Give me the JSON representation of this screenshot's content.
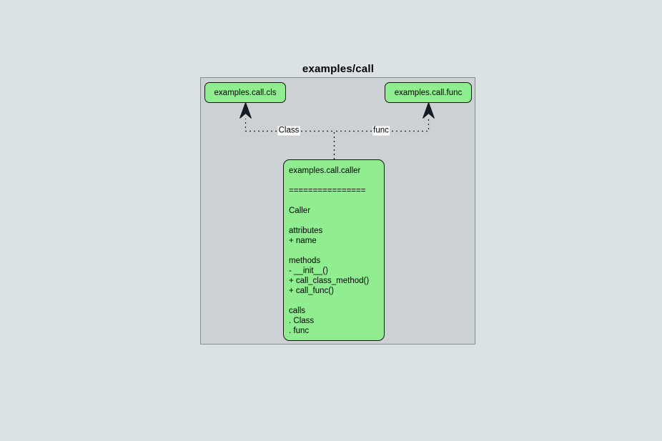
{
  "title": "examples/call",
  "nodes": {
    "cls": {
      "label": "examples.call.cls"
    },
    "func": {
      "label": "examples.call.func"
    },
    "caller": {
      "label": "examples.call.caller",
      "text": "examples.call.caller\n\n================\n\nCaller\n\nattributes\n+ name\n\nmethods\n- __init__()\n+ call_class_method()\n+ call_func()\n\ncalls\n. Class\n. func"
    }
  },
  "edges": [
    {
      "from": "examples.call.caller",
      "to": "examples.call.cls",
      "label": "Class",
      "style": "dashed"
    },
    {
      "from": "examples.call.caller",
      "to": "examples.call.func",
      "label": "func",
      "style": "dashed"
    }
  ],
  "colors": {
    "page_bg": "#dbe2e3",
    "cluster_bg": "#ccd2d3",
    "cluster_border": "#878e8e",
    "node_fill": "#90ee90",
    "node_border": "#141414",
    "edge_line": "#1c1c1c",
    "arrowhead": "#151c24",
    "edge_label_bg": "#ffffff",
    "text": "#000000"
  }
}
